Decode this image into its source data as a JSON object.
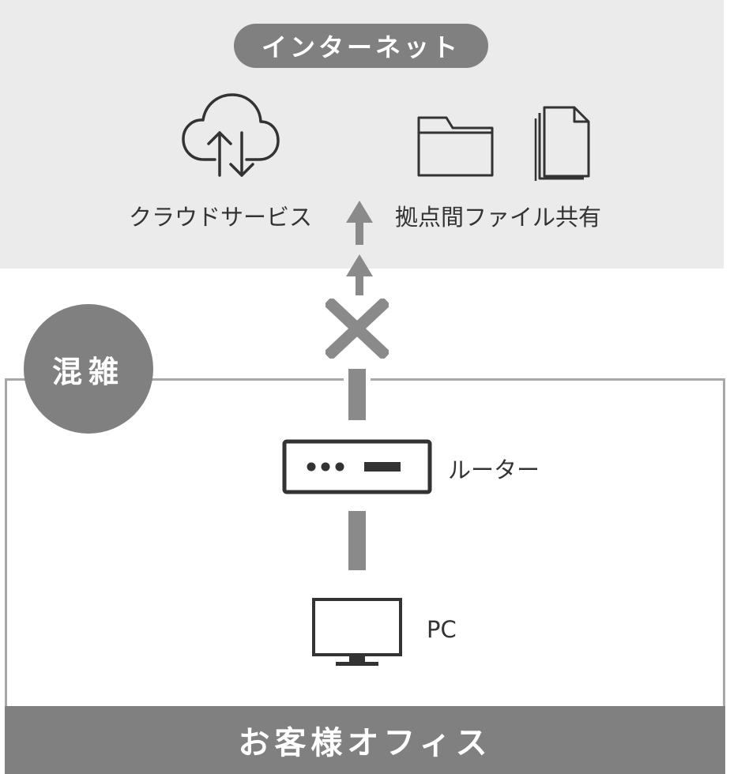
{
  "internet": {
    "title": "インターネット"
  },
  "services": {
    "cloud_label": "クラウドサービス",
    "file_share_label": "拠点間ファイル共有"
  },
  "status": {
    "congestion_label": "混雑"
  },
  "devices": {
    "router_label": "ルーター",
    "pc_label": "PC"
  },
  "office": {
    "title": "お客様オフィス"
  },
  "colors": {
    "zone_background": "#ebebeb",
    "badge_gray": "#808080",
    "connector_gray": "#8a8a8a",
    "icon_stroke": "#333333"
  }
}
